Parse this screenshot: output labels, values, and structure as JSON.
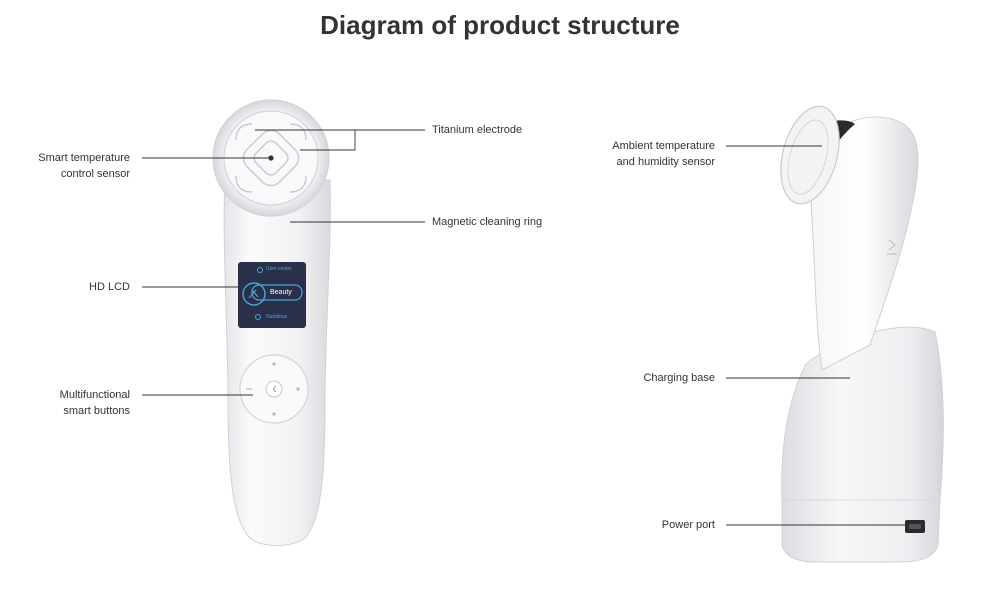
{
  "title": "Diagram of product structure",
  "labels": {
    "smart_temp_sensor_line1": "Smart temperature",
    "smart_temp_sensor_line2": "control sensor",
    "titanium_electrode": "Titanium electrode",
    "magnetic_cleaning_ring": "Magnetic cleaning ring",
    "hd_lcd": "HD LCD",
    "smart_buttons_line1": "Multifunctional",
    "smart_buttons_line2": "smart buttons",
    "ambient_sensor_line1": "Ambient temperature",
    "ambient_sensor_line2": "and humidity sensor",
    "charging_base": "Charging base",
    "power_port": "Power port"
  },
  "lcd": {
    "menu_top": "User center",
    "menu_selected": "Beauty",
    "menu_bottom": "Nutritious"
  },
  "colors": {
    "accent": "#4aa6d6",
    "lcd_bg": "#2a2f4a",
    "device_body": "#f4f4f6",
    "leader_line": "#333333"
  }
}
